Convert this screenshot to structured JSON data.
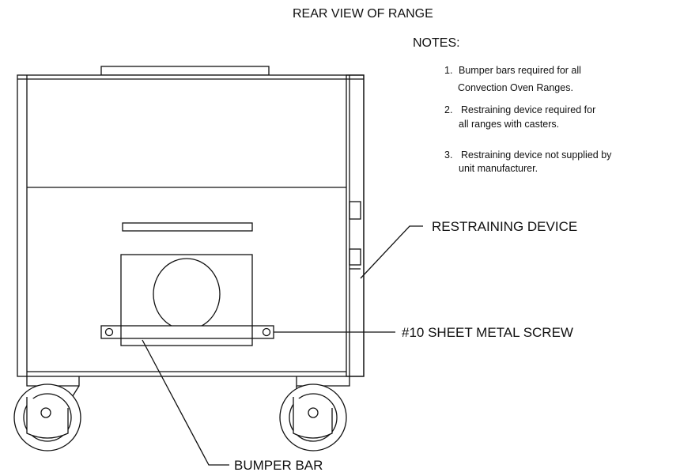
{
  "title": "REAR VIEW OF RANGE",
  "notes": {
    "heading": "NOTES:",
    "items": [
      {
        "num": "1.",
        "lines": [
          "Bumper bars required for all",
          "Convection Oven Ranges."
        ]
      },
      {
        "num": "2.",
        "lines": [
          "Restraining device required for",
          "all ranges with casters."
        ]
      },
      {
        "num": "3.",
        "lines": [
          "Restraining device not supplied by",
          "unit manufacturer."
        ]
      }
    ]
  },
  "callouts": {
    "restraining_device": "RESTRAINING DEVICE",
    "sheet_metal_screw": "#10 SHEET METAL SCREW",
    "bumper_bar": "BUMPER BAR"
  }
}
